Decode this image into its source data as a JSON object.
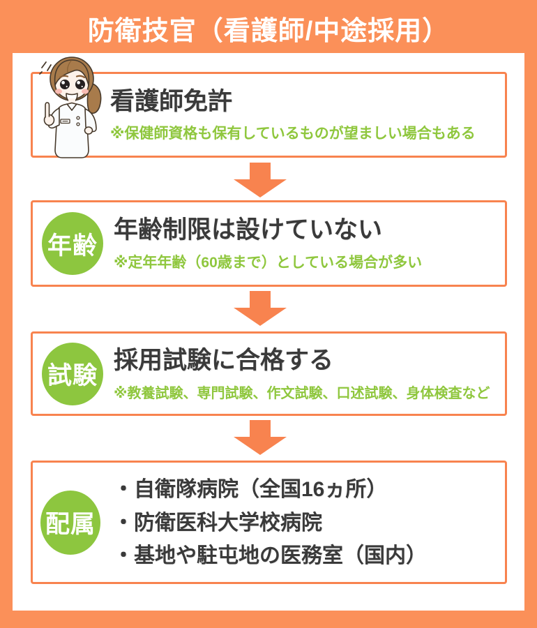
{
  "header": {
    "title": "防衛技官（看護師/中途採用）"
  },
  "steps": [
    {
      "title": "看護師免許",
      "note": "※保健師資格も保有しているものが望ましい場合もある"
    },
    {
      "badge": "年齢",
      "title": "年齢制限は設けていない",
      "note": "※定年年齢（60歳まで）としている場合が多い"
    },
    {
      "badge": "試験",
      "title": "採用試験に合格する",
      "note": "※教養試験、専門試験、作文試験、口述試験、身体検査など"
    },
    {
      "badge": "配属",
      "items": [
        "・自衛隊病院（全国16ヵ所）",
        "・防衛医科大学校病院",
        "・基地や駐屯地の医務室（国内）"
      ]
    }
  ],
  "icons": {
    "step1_figure": "nurse-illustration",
    "connector": "down-arrow-icon"
  },
  "colors": {
    "background_orange": "#FB9059",
    "border_orange": "#F8834F",
    "green": "#8DC63F",
    "note_green": "#8FC73E",
    "dark_text": "#3A3A3A",
    "panel_white": "#FFFFFF"
  }
}
